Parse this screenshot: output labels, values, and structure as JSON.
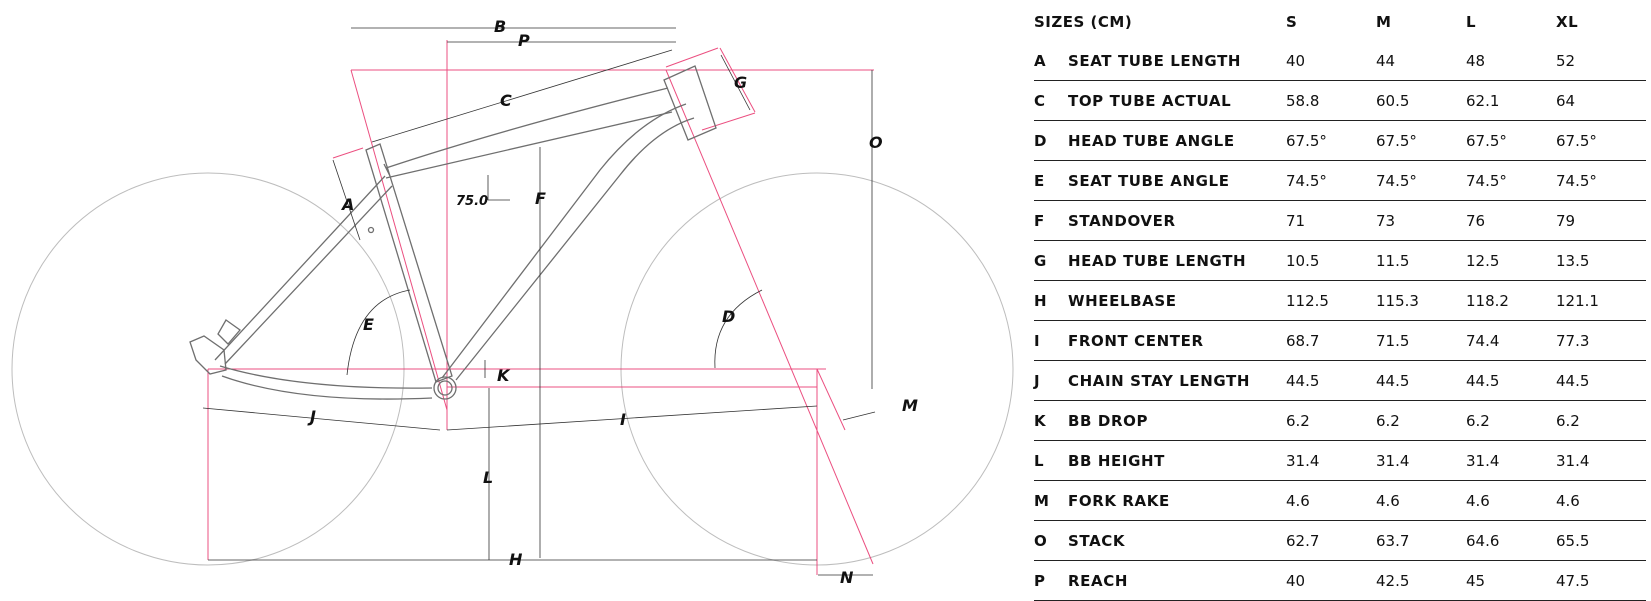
{
  "diagram": {
    "dimension_labels": [
      "A",
      "B",
      "C",
      "D",
      "E",
      "F",
      "G",
      "H",
      "I",
      "J",
      "K",
      "L",
      "M",
      "N",
      "O",
      "P"
    ],
    "angle_note": "75.0",
    "colors": {
      "frame": "#6f6f6f",
      "dimension": "#e8316b",
      "wheel": "#bdbdbd",
      "measure": "#333333"
    }
  },
  "table": {
    "header_label": "SIZES (CM)",
    "sizes": [
      "S",
      "M",
      "L",
      "XL"
    ],
    "rows": [
      {
        "key": "A",
        "label": "SEAT TUBE LENGTH",
        "values": [
          "40",
          "44",
          "48",
          "52"
        ]
      },
      {
        "key": "C",
        "label": "TOP TUBE ACTUAL",
        "values": [
          "58.8",
          "60.5",
          "62.1",
          "64"
        ]
      },
      {
        "key": "D",
        "label": "HEAD TUBE ANGLE",
        "values": [
          "67.5°",
          "67.5°",
          "67.5°",
          "67.5°"
        ]
      },
      {
        "key": "E",
        "label": "SEAT TUBE ANGLE",
        "values": [
          "74.5°",
          "74.5°",
          "74.5°",
          "74.5°"
        ]
      },
      {
        "key": "F",
        "label": "STANDOVER",
        "values": [
          "71",
          "73",
          "76",
          "79"
        ]
      },
      {
        "key": "G",
        "label": "HEAD TUBE LENGTH",
        "values": [
          "10.5",
          "11.5",
          "12.5",
          "13.5"
        ]
      },
      {
        "key": "H",
        "label": "WHEELBASE",
        "values": [
          "112.5",
          "115.3",
          "118.2",
          "121.1"
        ]
      },
      {
        "key": "I",
        "label": "FRONT CENTER",
        "values": [
          "68.7",
          "71.5",
          "74.4",
          "77.3"
        ]
      },
      {
        "key": "J",
        "label": "CHAIN STAY LENGTH",
        "values": [
          "44.5",
          "44.5",
          "44.5",
          "44.5"
        ]
      },
      {
        "key": "K",
        "label": "BB DROP",
        "values": [
          "6.2",
          "6.2",
          "6.2",
          "6.2"
        ]
      },
      {
        "key": "L",
        "label": "BB HEIGHT",
        "values": [
          "31.4",
          "31.4",
          "31.4",
          "31.4"
        ]
      },
      {
        "key": "M",
        "label": "FORK RAKE",
        "values": [
          "4.6",
          "4.6",
          "4.6",
          "4.6"
        ]
      },
      {
        "key": "O",
        "label": "STACK",
        "values": [
          "62.7",
          "63.7",
          "64.6",
          "65.5"
        ]
      },
      {
        "key": "P",
        "label": "REACH",
        "values": [
          "40",
          "42.5",
          "45",
          "47.5"
        ]
      }
    ]
  }
}
